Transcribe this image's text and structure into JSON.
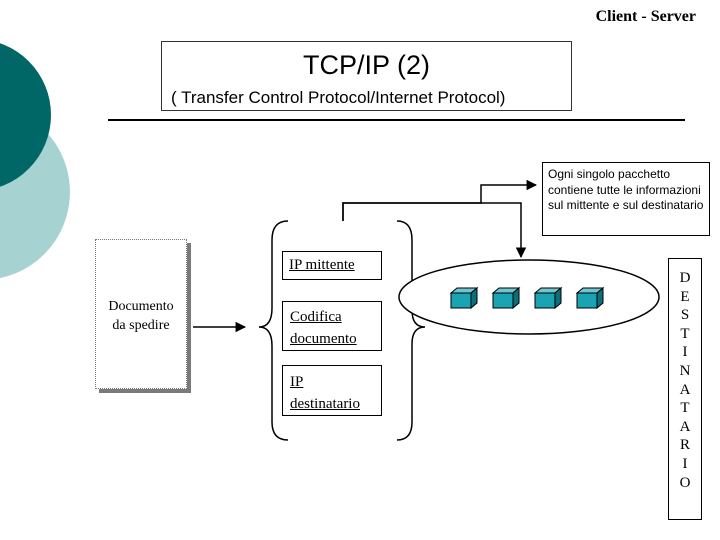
{
  "header": "Client - Server",
  "title": {
    "main": "TCP/IP (2)",
    "sub": "( Transfer Control Protocol/Internet Protocol)"
  },
  "note": "Ogni singolo pacchetto contiene tutte le informazioni sul mittente e sul destinatario",
  "document": {
    "line1": "Documento",
    "line2": "da spedire"
  },
  "labels": {
    "ip_mittente": "IP mittente",
    "codifica_line1": "Codifica",
    "codifica_line2": "documento",
    "ip_destinatario_line1": "IP",
    "ip_destinatario_line2": "destinatario"
  },
  "destinatario_letters": [
    "D",
    "E",
    "S",
    "T",
    "I",
    "N",
    "A",
    "T",
    "A",
    "R",
    "I",
    "O"
  ],
  "colors": {
    "circle_dark": "#006666",
    "circle_light": "#a6d2d2",
    "packet_face": "#1aa3b3",
    "packet_top": "#6fc6cf",
    "packet_side": "#0a6f7a"
  }
}
